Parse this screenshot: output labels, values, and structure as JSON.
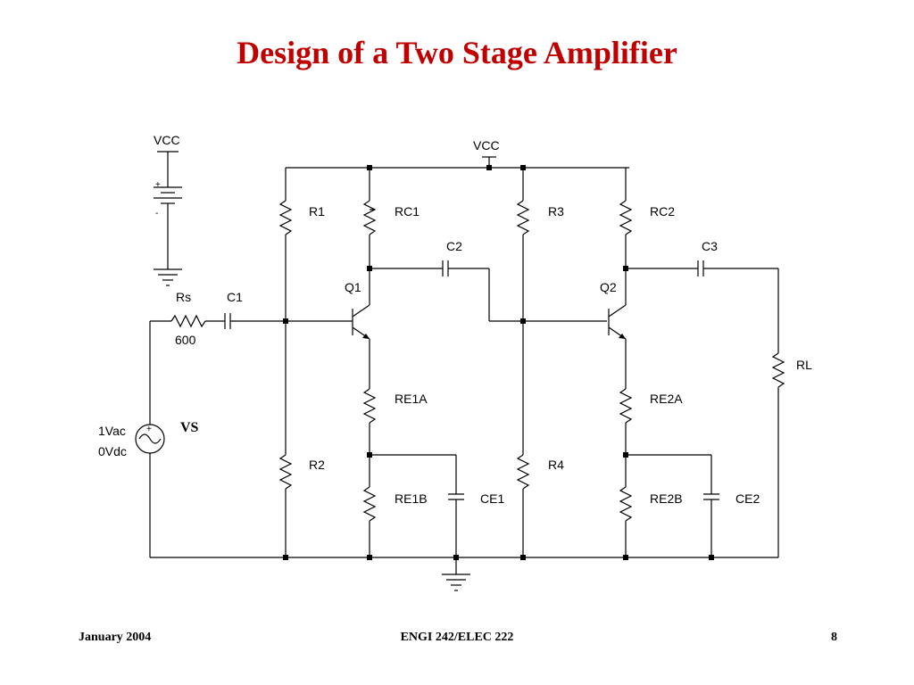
{
  "slide": {
    "title": "Design of a Two Stage Amplifier",
    "footer": {
      "date": "January 2004",
      "course": "ENGI 242/ELEC 222",
      "page": "8"
    }
  },
  "schematic": {
    "labels": {
      "vcc_supply": "VCC",
      "vcc_rail": "VCC",
      "plus": "+",
      "minus": "-",
      "rs": "Rs",
      "rs_value": "600",
      "c1": "C1",
      "r1": "R1",
      "rc1": "RC1",
      "c2": "C2",
      "q1": "Q1",
      "re1a": "RE1A",
      "r2": "R2",
      "re1b": "RE1B",
      "ce1": "CE1",
      "r3": "R3",
      "rc2": "RC2",
      "c3": "C3",
      "q2": "Q2",
      "rl": "RL",
      "re2a": "RE2A",
      "r4": "R4",
      "re2b": "RE2B",
      "ce2": "CE2",
      "vs_ac": "1Vac",
      "vs_dc": "0Vdc",
      "vs": "VS"
    }
  }
}
